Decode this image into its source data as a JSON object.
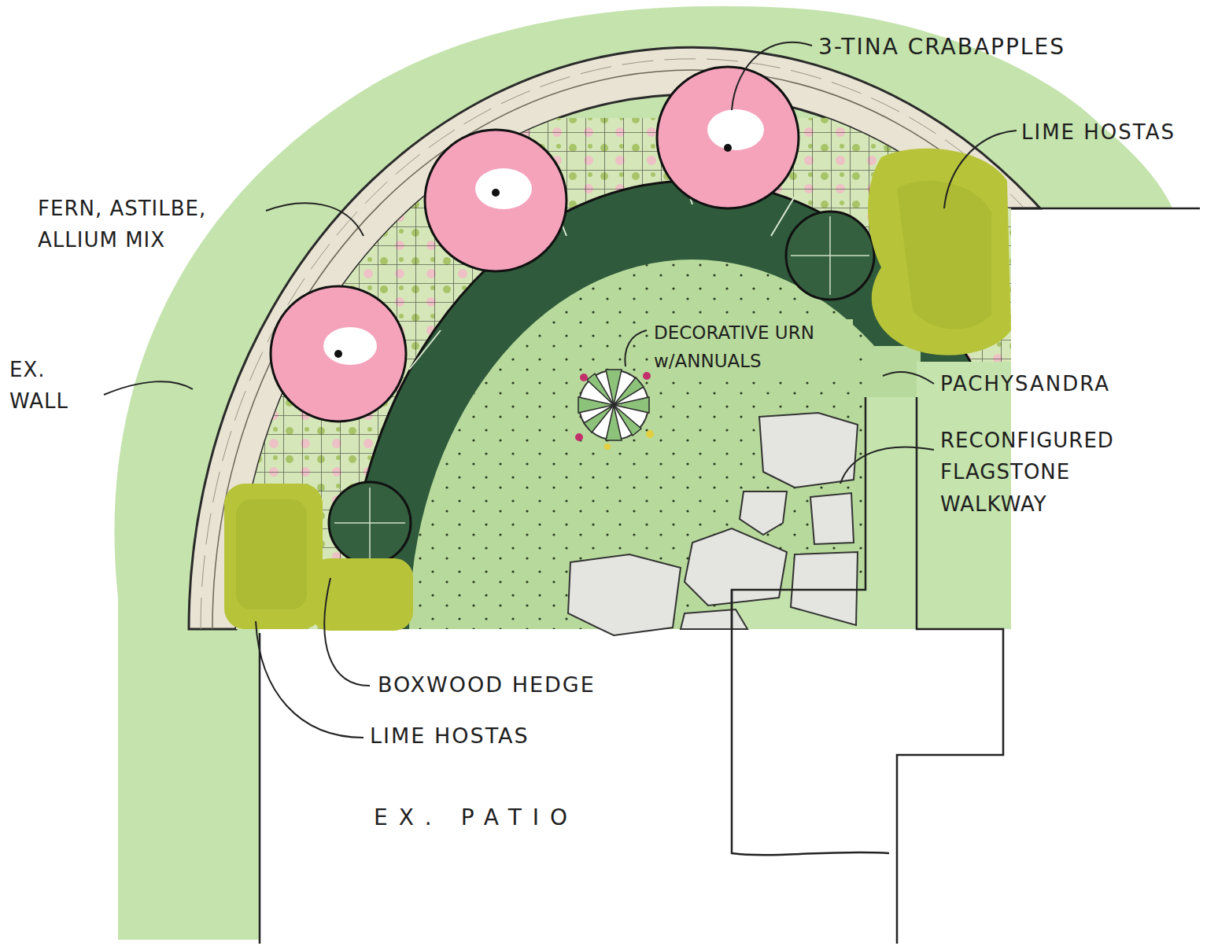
{
  "diagram": {
    "labels": [
      "3-TINA CRABAPPLES",
      "LIME HOSTAS",
      "FERN, ASTILBE, ALLIUM MIX",
      "EX. WALL",
      "DECORATIVE URN w/ANNUALS",
      "PACHYSANDRA",
      "RECONFIGURED FLAGSTONE WALKWAY",
      "BOXWOOD HEDGE",
      "LIME HOSTAS",
      "EX. PATIO"
    ]
  }
}
